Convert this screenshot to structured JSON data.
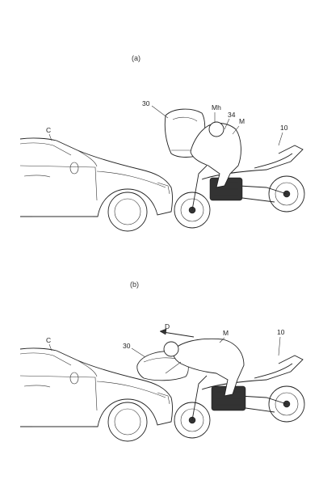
{
  "panel_a": {
    "caption": "(a)",
    "labels": {
      "car": "C",
      "airbag": "30",
      "head": "Mh",
      "part34": "34",
      "rider": "M",
      "motorcycle": "10"
    }
  },
  "panel_b": {
    "caption": "(b)",
    "labels": {
      "car": "C",
      "direction": "D",
      "airbag": "30",
      "rider": "M",
      "motorcycle": "10"
    }
  }
}
